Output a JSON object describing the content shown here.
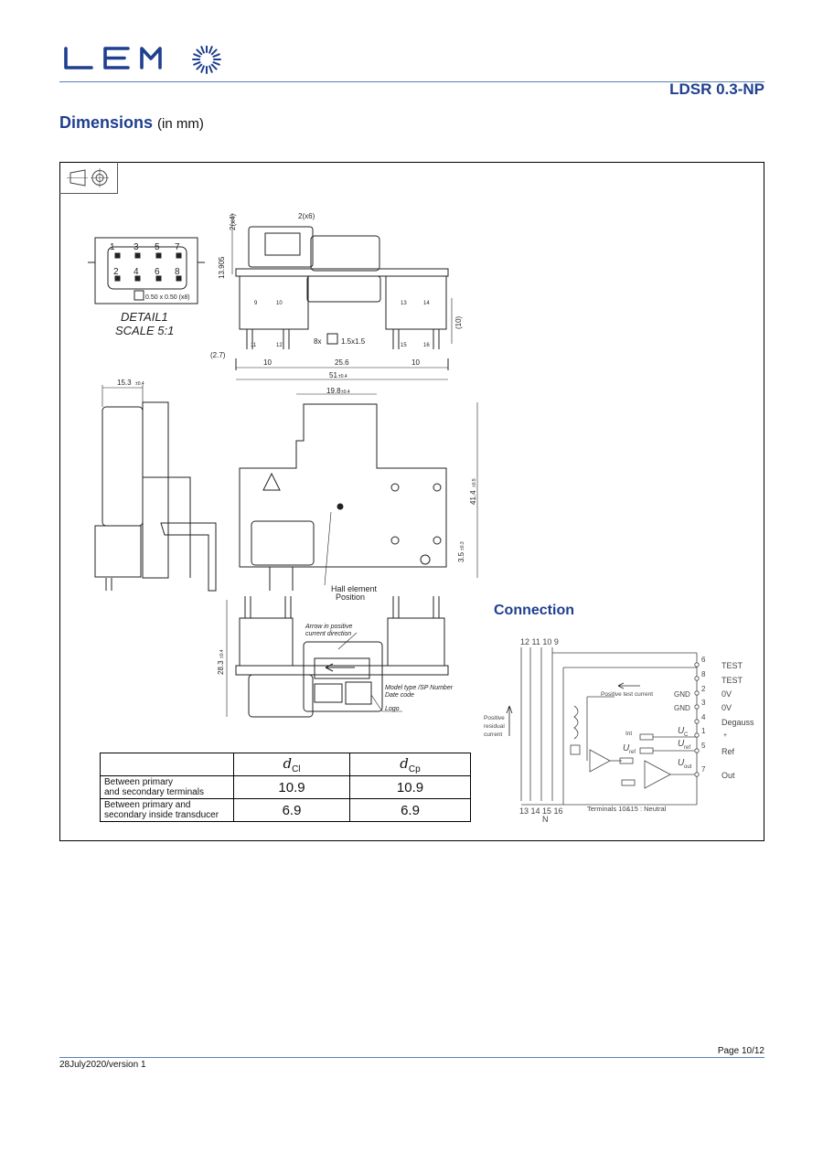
{
  "header": {
    "logo_text": "LEM",
    "product": "LDSR 0.3-NP"
  },
  "section": {
    "title": "Dimensions",
    "unit": "(in mm)"
  },
  "drawing": {
    "detail_title": "DETAIL1",
    "detail_scale": "SCALE 5:1",
    "detail_pins_top": [
      "1",
      "3",
      "5",
      "7"
    ],
    "detail_pins_bottom": [
      "2",
      "4",
      "6",
      "8"
    ],
    "detail_note": "0.50 x 0.50 (x8)",
    "dim_2x4": "2(x4)",
    "dim_2x6": "2(x6)",
    "dim_13905": "13.905",
    "dim_10": "(10)",
    "dim_27": "(2.7)",
    "dim_10_left": "10",
    "dim_256": "25.6",
    "dim_10_right": "10",
    "pin_note": "8x",
    "pin_size": "1.5x1.5",
    "pins": [
      "9",
      "10",
      "13",
      "14",
      "11",
      "12",
      "15",
      "16"
    ],
    "dim_153": "15.3",
    "dim_51": "51",
    "dim_198": "19.8",
    "dim_414": "41.4",
    "dim_35": "3.5",
    "dim_283": "28.3",
    "tol_04": "±0.4",
    "tol_05": "±0.5",
    "tol_03": "±0.3",
    "hall_label": [
      "Hall element",
      "Position"
    ],
    "arrow_label": [
      "Arrow in positive",
      "current direction"
    ],
    "model_label": [
      "Model type /SP Number",
      "Date code"
    ],
    "logo_label": "Logo"
  },
  "connection": {
    "title": "Connection",
    "top_pins": "12 11 10 9",
    "bottom_pins": "13 14 15 16",
    "n_label": "N",
    "residual": [
      "Positive",
      "residual",
      "current"
    ],
    "test_current": "Positive test current",
    "terminals_note": "Terminals 10&15 : Neutral",
    "right_pins": [
      {
        "num": "6",
        "label": "TEST",
        "left": ""
      },
      {
        "num": "8",
        "label": "TEST",
        "left": ""
      },
      {
        "num": "2",
        "label": "0V",
        "left": "GND"
      },
      {
        "num": "3",
        "label": "0V",
        "left": "GND"
      },
      {
        "num": "4",
        "label": "Degauss",
        "left": ""
      },
      {
        "num": "1",
        "label": "+",
        "left": ""
      },
      {
        "num": "5",
        "label": "Ref",
        "left": ""
      },
      {
        "num": "7",
        "label": "Out",
        "left": ""
      }
    ],
    "int_label": "Int",
    "uc": "U",
    "uc_sub": "C",
    "uref": "U",
    "uref_sub": "ref",
    "uout": "U",
    "uout_sub": "out"
  },
  "table": {
    "headers": [
      {
        "sym": "d",
        "sub": "Cl"
      },
      {
        "sym": "d",
        "sub": "Cp"
      }
    ],
    "rows": [
      {
        "label1": "Between primary",
        "label2": "and secondary terminals",
        "dcl": "10.9",
        "dcp": "10.9"
      },
      {
        "label1": "Between primary and",
        "label2": "secondary inside transducer",
        "dcl": "6.9",
        "dcp": "6.9"
      }
    ]
  },
  "footer": {
    "page": "Page 10/12",
    "version": "28July2020/version 1"
  },
  "colors": {
    "brand_blue": "#1f3f8f",
    "rule_blue": "#5b7fb8"
  }
}
